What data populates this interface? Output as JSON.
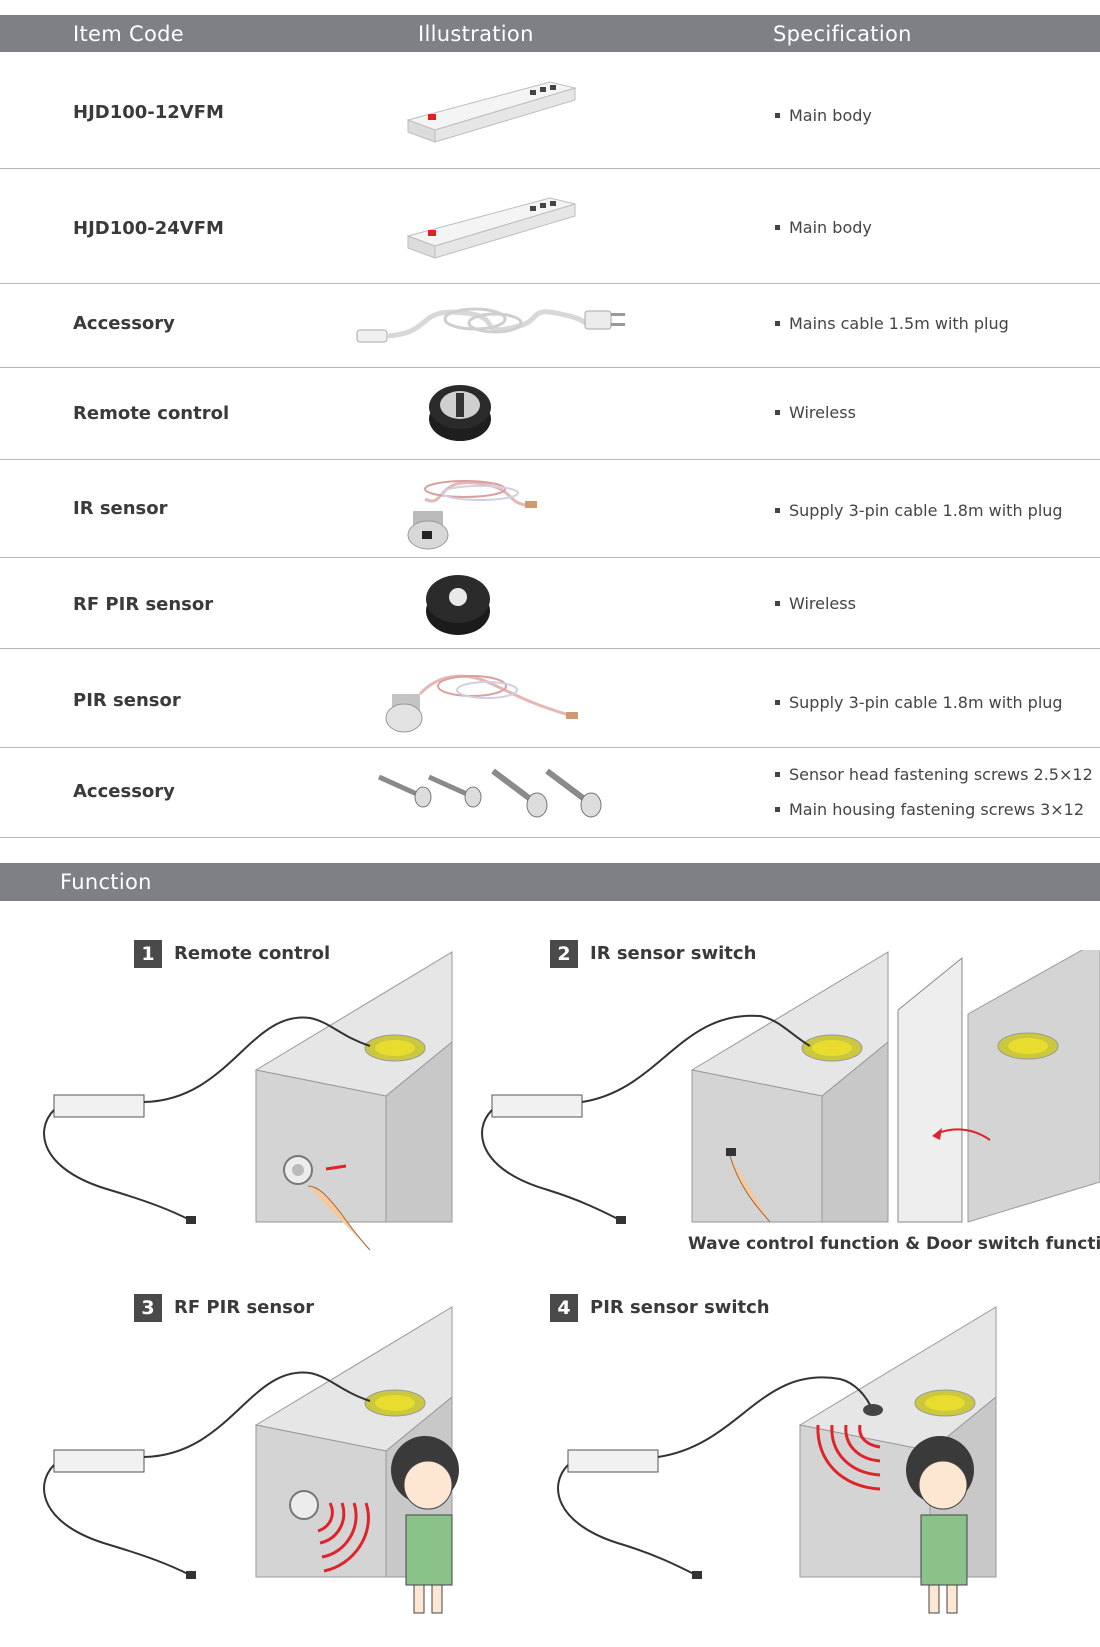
{
  "header": {
    "item_code": "Item Code",
    "illustration": "Illustration",
    "specification": "Specification"
  },
  "rows": [
    {
      "code": "HJD100-12VFM",
      "specs": [
        "Main body"
      ],
      "icon": "driver-box-icon"
    },
    {
      "code": "HJD100-24VFM",
      "specs": [
        "Main body"
      ],
      "icon": "driver-box-icon"
    },
    {
      "code": "Accessory",
      "specs": [
        "Mains cable 1.5m with  plug"
      ],
      "icon": "mains-cable-icon"
    },
    {
      "code": "Remote control",
      "specs": [
        "Wireless"
      ],
      "icon": "remote-puck-icon"
    },
    {
      "code": "IR sensor",
      "specs": [
        "Supply 3-pin cable 1.8m  with plug"
      ],
      "icon": "ir-sensor-icon"
    },
    {
      "code": "RF PIR sensor",
      "specs": [
        "Wireless"
      ],
      "icon": "rf-pir-puck-icon"
    },
    {
      "code": "PIR sensor",
      "specs": [
        "Supply 3-pin cable 1.8m  with plug"
      ],
      "icon": "pir-sensor-icon"
    },
    {
      "code": "Accessory",
      "specs": [
        "Sensor head fastening screws 2.5×12",
        "Main housing  fastening screws 3×12"
      ],
      "icon": "screws-icon"
    }
  ],
  "function": {
    "title": "Function",
    "steps": [
      {
        "num": "1",
        "label": "Remote control"
      },
      {
        "num": "2",
        "label": "IR sensor switch"
      },
      {
        "num": "3",
        "label": "RF PIR sensor"
      },
      {
        "num": "4",
        "label": "PIR sensor switch"
      }
    ],
    "caption": "Wave control function & Door switch function."
  },
  "colors": {
    "header_bar": "#7f8086",
    "cabinet": "#d9d9d9",
    "wave": "#e0232a",
    "light": "#e8dc2e"
  }
}
